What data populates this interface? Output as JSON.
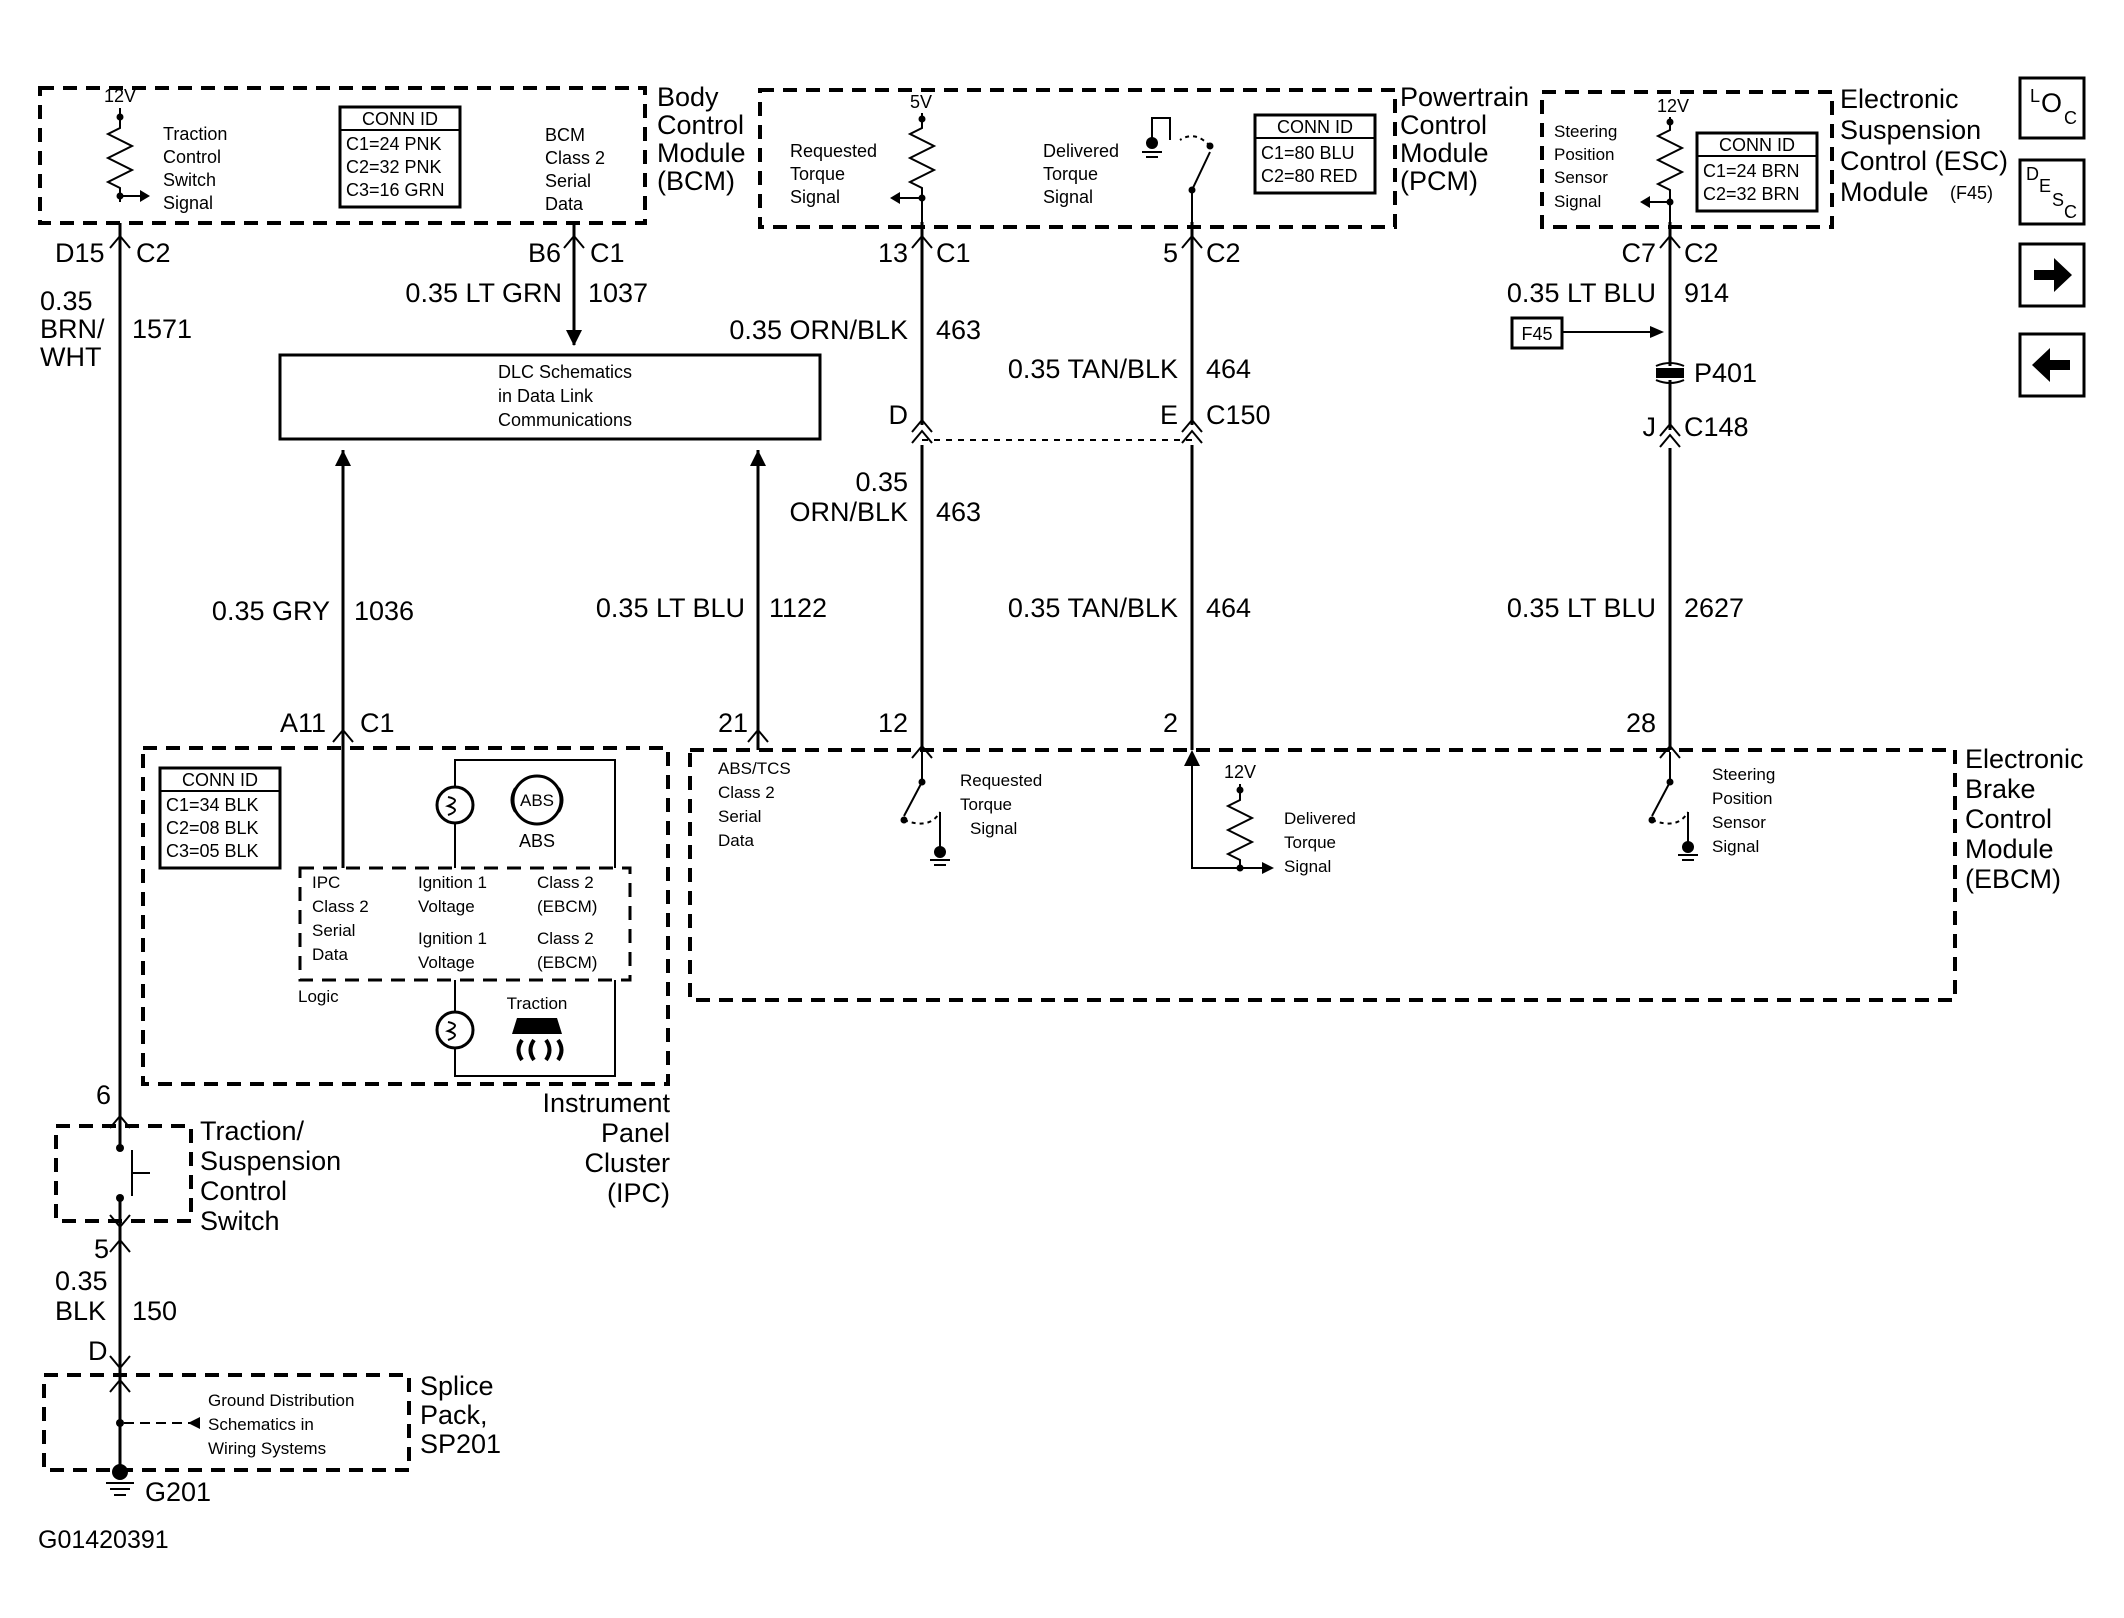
{
  "bcm": {
    "module_name": [
      "Body",
      "Control",
      "Module",
      "(BCM)"
    ],
    "voltage": "12V",
    "signal": [
      "Traction",
      "Control",
      "Switch",
      "Signal"
    ],
    "conn_id_title": "CONN ID",
    "conn": [
      "C1=24 PNK",
      "C2=32 PNK",
      "C3=16 GRN"
    ],
    "serial": [
      "BCM",
      "Class 2",
      "Serial",
      "Data"
    ]
  },
  "pcm": {
    "module_name": [
      "Powertrain",
      "Control",
      "Module",
      "(PCM)"
    ],
    "voltage": "5V",
    "requested": [
      "Requested",
      "Torque",
      "Signal"
    ],
    "delivered": [
      "Delivered",
      "Torque",
      "Signal"
    ],
    "conn_id_title": "CONN ID",
    "conn": [
      "C1=80 BLU",
      "C2=80 RED"
    ]
  },
  "esc": {
    "module_name": [
      "Electronic",
      "Suspension",
      "Control (ESC)",
      "Module"
    ],
    "module_ref": "(F45)",
    "voltage": "12V",
    "signal": [
      "Steering",
      "Position",
      "Sensor",
      "Signal"
    ],
    "conn_id_title": "CONN ID",
    "conn": [
      "C1=24 BRN",
      "C2=32 BRN"
    ]
  },
  "nav": {
    "loc": {
      "a": "L",
      "b": "O",
      "c": "C"
    },
    "desc": {
      "a": "D",
      "b": "E",
      "c": "S",
      "d": "C"
    },
    "next": "➔",
    "prev": "←"
  },
  "wires": {
    "d15": "D15",
    "bcm_c2": "C2",
    "w1571_size": [
      "0.35",
      "BRN/",
      "WHT"
    ],
    "w1571_circuit": "1571",
    "b6": "B6",
    "bcm_c1": "C1",
    "w1037_label": "0.35 LT GRN",
    "w1037_circuit": "1037",
    "pcm13": "13",
    "pcm_c1": "C1",
    "w463_top_label": "0.35 ORN/BLK",
    "w463_top_circuit": "463",
    "pcm5": "5",
    "pcm_c2": "C2",
    "w464_top_label": "0.35 TAN/BLK",
    "w464_top_circuit": "464",
    "c150_d": "D",
    "c150_e": "E",
    "c150": "C150",
    "w463_bot_label": [
      "0.35",
      "ORN/BLK"
    ],
    "w463_bot_circuit": "463",
    "w464_bot_label": "0.35 TAN/BLK",
    "w464_bot_circuit": "464",
    "esc_c7": "C7",
    "esc_c2": "C2",
    "w914_label": "0.35 LT BLU",
    "w914_circuit": "914",
    "f45": "F45",
    "p401": "P401",
    "c148_j": "J",
    "c148": "C148",
    "w2627_label": "0.35 LT BLU",
    "w2627_circuit": "2627",
    "w1036_label": "0.35 GRY",
    "w1036_circuit": "1036",
    "w1122_label": "0.35 LT BLU",
    "w1122_circuit": "1122",
    "a11": "A11",
    "ipc_c1": "C1",
    "ebcm21": "21",
    "ebcm12": "12",
    "ebcm2": "2",
    "ebcm28": "28",
    "sw6": "6",
    "sw5": "5",
    "w150_size": [
      "0.35",
      "BLK"
    ],
    "w150_circuit": "150",
    "sp_d": "D",
    "g201": "G201"
  },
  "dlc": {
    "text": [
      "DLC Schematics",
      "in Data Link",
      "Communications"
    ]
  },
  "ipc": {
    "module_name": [
      "Instrument",
      "Panel",
      "Cluster",
      "(IPC)"
    ],
    "conn_id_title": "CONN ID",
    "conn": [
      "C1=34 BLK",
      "C2=08 BLK",
      "C3=05 BLK"
    ],
    "abs_symbol": "ABS",
    "abs_label": "ABS",
    "serial": [
      "IPC",
      "Class 2",
      "Serial",
      "Data"
    ],
    "ign1": [
      "Ignition 1",
      "Voltage"
    ],
    "ebcm1": [
      "Class 2",
      "(EBCM)"
    ],
    "ign2": [
      "Ignition 1",
      "Voltage"
    ],
    "ebcm2": [
      "Class 2",
      "(EBCM)"
    ],
    "logic": "Logic",
    "traction": "Traction"
  },
  "ebcm": {
    "module_name": [
      "Electronic",
      "Brake",
      "Control",
      "Module",
      "(EBCM)"
    ],
    "serial": [
      "ABS/TCS",
      "Class 2",
      "Serial",
      "Data"
    ],
    "requested": [
      "Requested",
      "Torque",
      "Signal"
    ],
    "voltage": "12V",
    "delivered": [
      "Delivered",
      "Torque",
      "Signal"
    ],
    "steering": [
      "Steering",
      "Position",
      "Sensor",
      "Signal"
    ]
  },
  "switch": {
    "name": [
      "Traction/",
      "Suspension",
      "Control",
      "Switch"
    ]
  },
  "splice": {
    "name": [
      "Splice",
      "Pack,",
      "SP201"
    ],
    "ref": [
      "Ground Distribution",
      "Schematics in",
      "Wiring Systems"
    ]
  },
  "figure_id": "G01420391"
}
